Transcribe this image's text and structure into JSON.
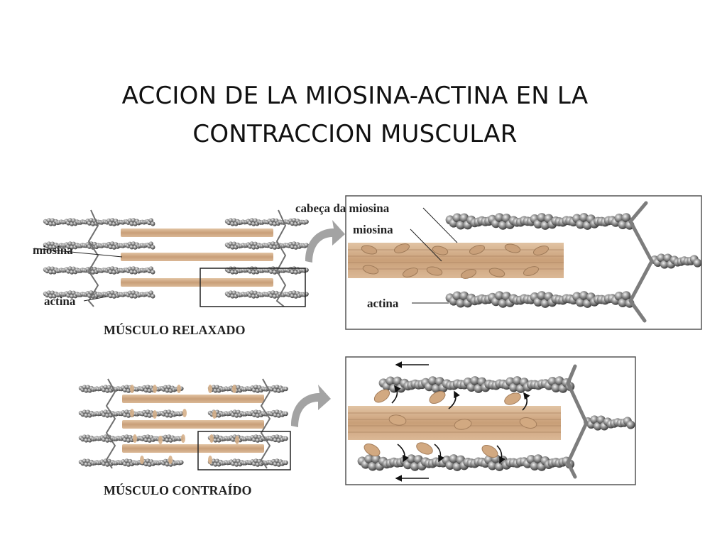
{
  "slide": {
    "title_line1": "ACCION DE LA MIOSINA-ACTINA EN LA",
    "title_line2": "CONTRACCION MUSCULAR"
  },
  "relaxed": {
    "caption": "MÚSCULO RELAXADO",
    "label_myosin": "miosina",
    "label_actin": "actina"
  },
  "relaxed_detail": {
    "label_myosin_head": "cabeça da miosina",
    "label_myosin": "miosina",
    "label_actin": "actina"
  },
  "contracted": {
    "caption": "MÚSCULO CONTRAÍDO"
  },
  "colors": {
    "myosin": "#d2ab86",
    "myosin_dark": "#b68e6a",
    "actin_bead": "#6f6f6f",
    "z_line": "#7a7a7a",
    "arrow": "#a0a0a0"
  }
}
